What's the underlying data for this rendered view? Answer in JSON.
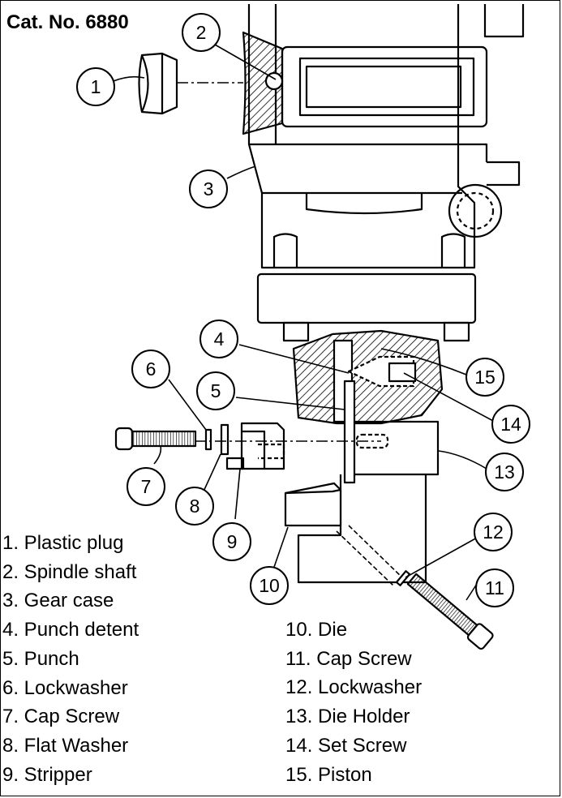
{
  "title": "Cat. No. 6880",
  "callouts": [
    "1",
    "2",
    "3",
    "4",
    "5",
    "6",
    "7",
    "8",
    "9",
    "10",
    "11",
    "12",
    "13",
    "14",
    "15"
  ],
  "legend_left": [
    "1. Plastic plug",
    "2. Spindle shaft",
    "3. Gear case",
    "4. Punch detent",
    "5. Punch",
    "6. Lockwasher",
    "7. Cap Screw",
    "8. Flat Washer",
    "9. Stripper"
  ],
  "legend_right": [
    "10. Die",
    "11. Cap Screw",
    "12. Lockwasher",
    "13. Die Holder",
    "14. Set Screw",
    "15. Piston"
  ]
}
